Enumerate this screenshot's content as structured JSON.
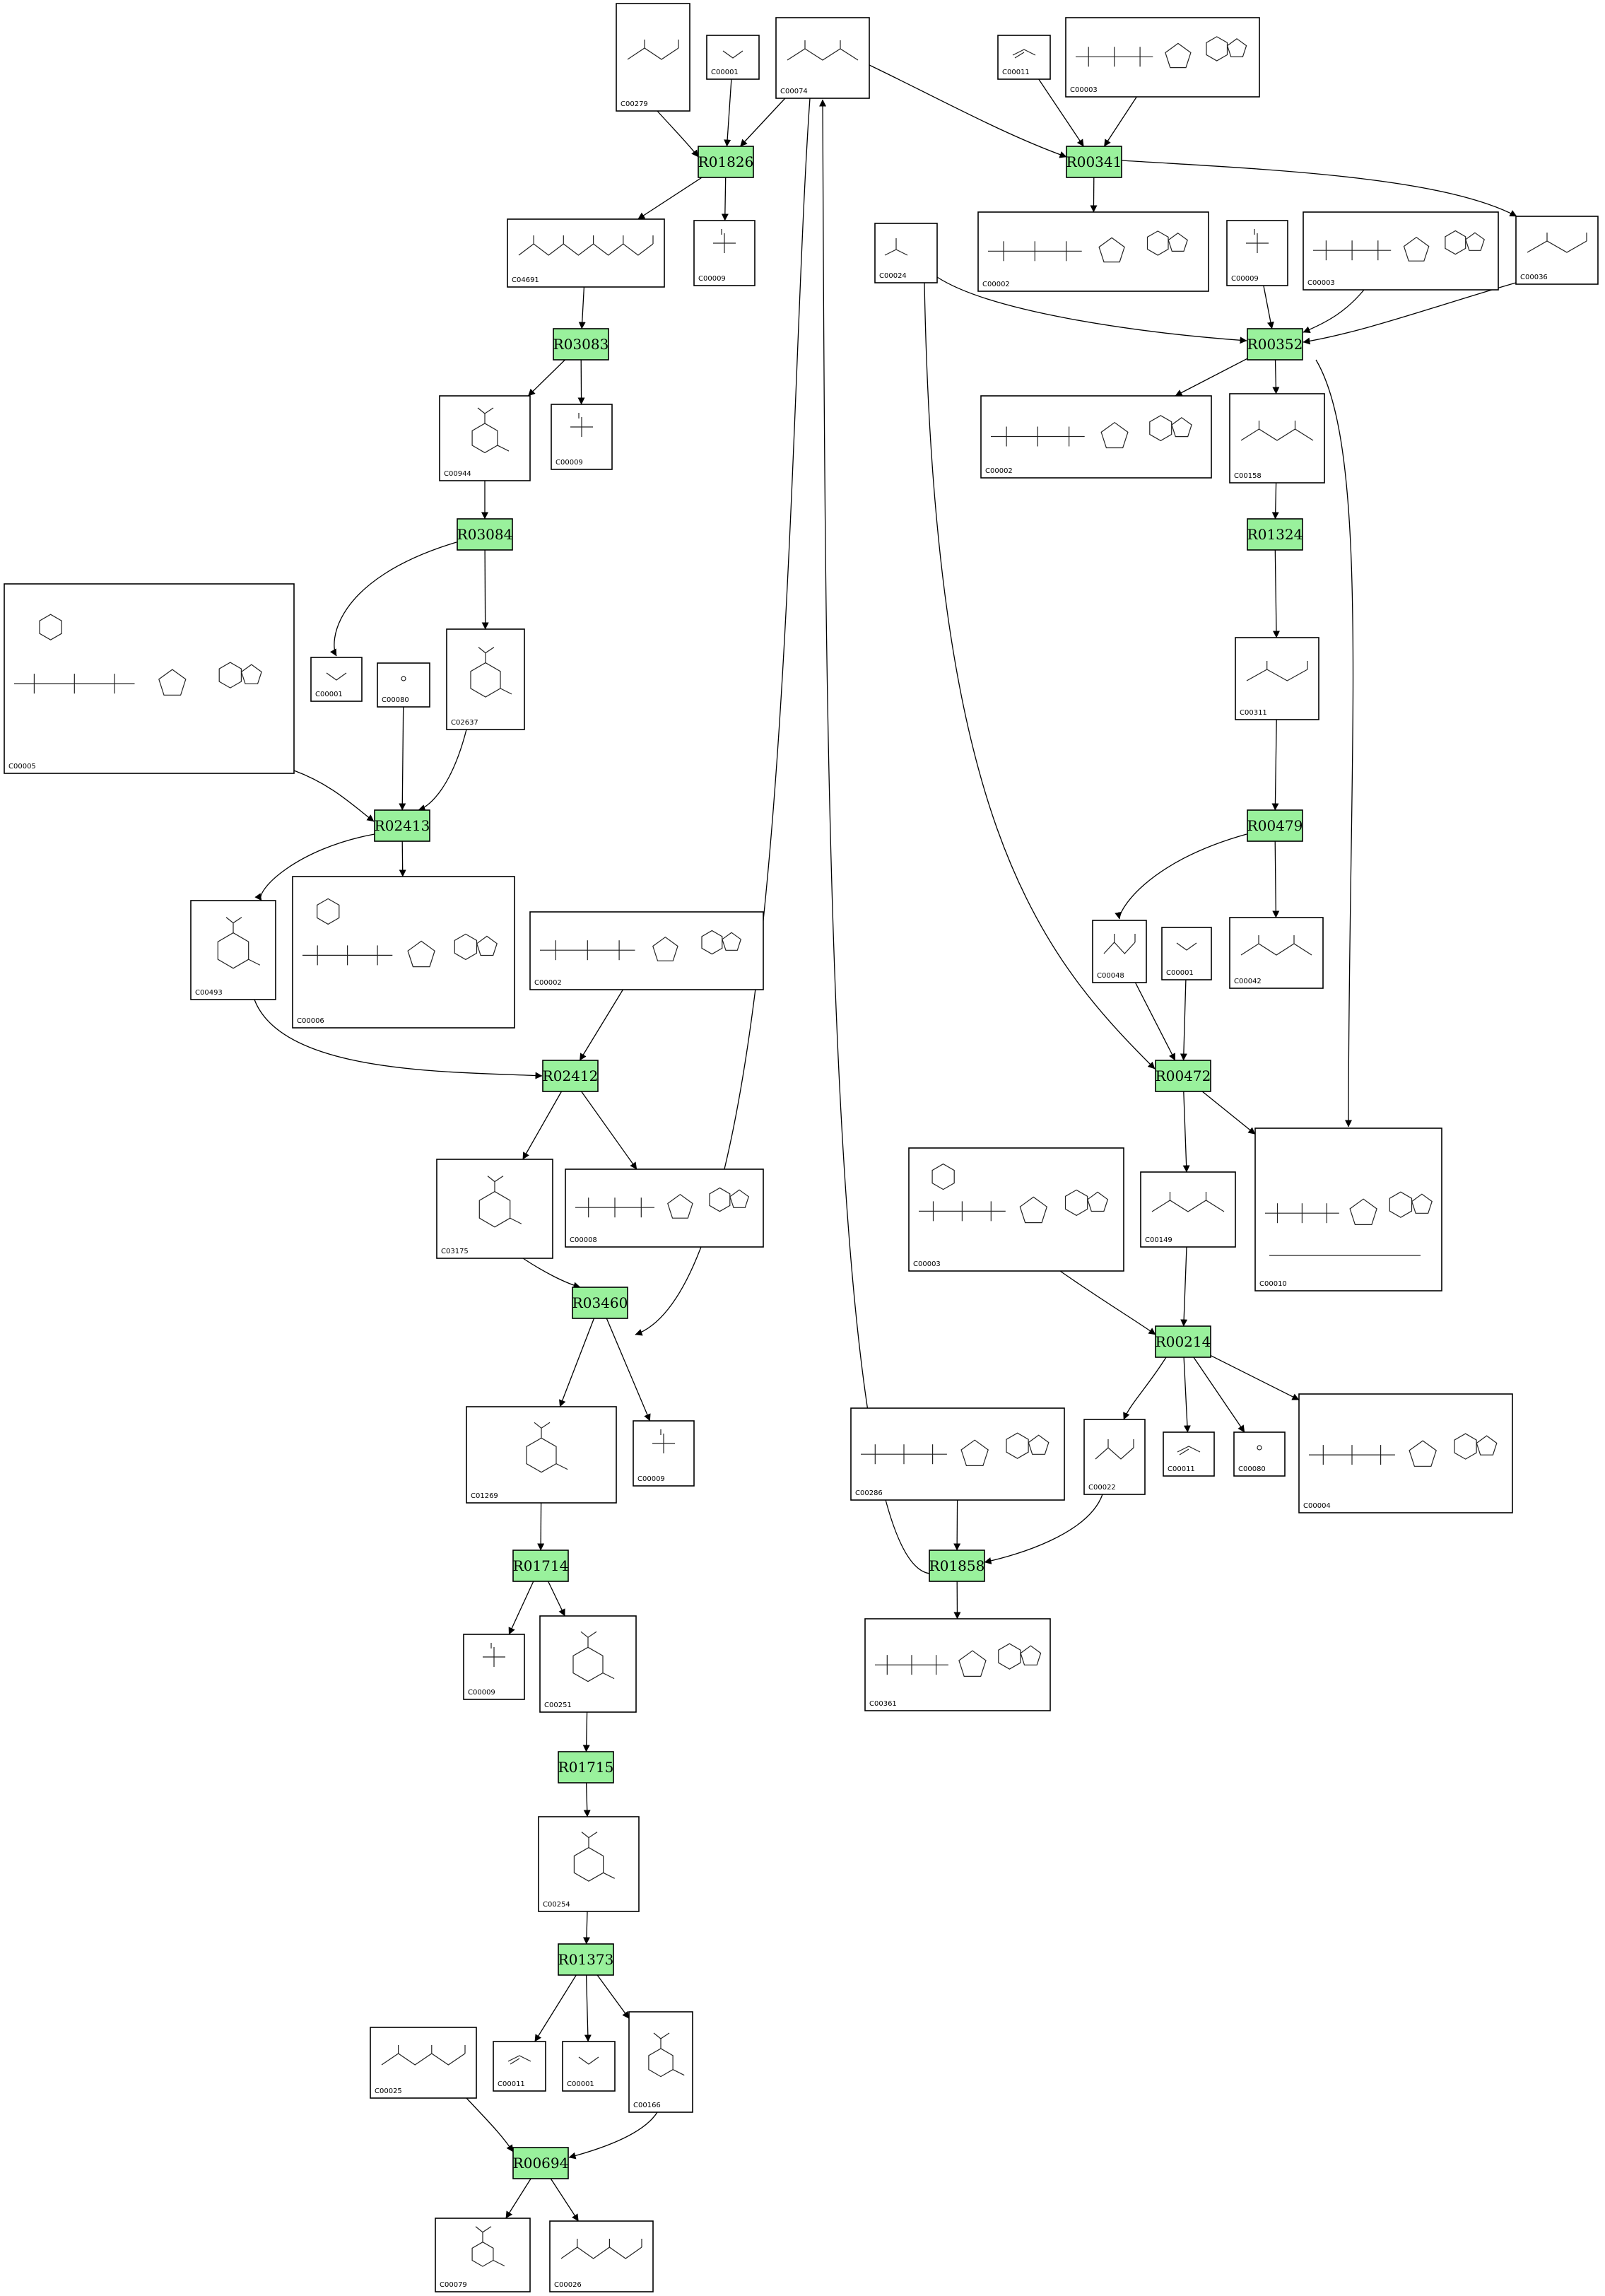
{
  "colors": {
    "reaction_fill": "#99f19c",
    "edge": "#000000",
    "box_border": "#000000",
    "background": "#ffffff"
  },
  "compounds": [
    {
      "id": "C00279",
      "label": "C00279",
      "motif": "sugar-phosphate"
    },
    {
      "id": "C00001a",
      "label": "C00001",
      "motif": "water"
    },
    {
      "id": "C00074",
      "label": "C00074",
      "motif": "phosphoenolpyruvate"
    },
    {
      "id": "C04691",
      "label": "C04691",
      "motif": "chain-phosphate"
    },
    {
      "id": "C00009a",
      "label": "C00009",
      "motif": "phosphate"
    },
    {
      "id": "C00944",
      "label": "C00944",
      "motif": "ring-acid"
    },
    {
      "id": "C00009b",
      "label": "C00009",
      "motif": "phosphate"
    },
    {
      "id": "C00005",
      "label": "C00005",
      "motif": "nucleotide-large"
    },
    {
      "id": "C00001b",
      "label": "C00001",
      "motif": "water"
    },
    {
      "id": "C00080a",
      "label": "C00080",
      "motif": "proton"
    },
    {
      "id": "C02637",
      "label": "C02637",
      "motif": "ring-acid"
    },
    {
      "id": "C00493",
      "label": "C00493",
      "motif": "ring-acid"
    },
    {
      "id": "C00006",
      "label": "C00006",
      "motif": "nucleotide-large"
    },
    {
      "id": "C00002a",
      "label": "C00002",
      "motif": "nucleotide"
    },
    {
      "id": "C03175",
      "label": "C03175",
      "motif": "ring-acid"
    },
    {
      "id": "C00008a",
      "label": "C00008",
      "motif": "nucleotide"
    },
    {
      "id": "C01269",
      "label": "C01269",
      "motif": "ring-acid"
    },
    {
      "id": "C00009c",
      "label": "C00009",
      "motif": "phosphate"
    },
    {
      "id": "C00009d",
      "label": "C00009",
      "motif": "phosphate"
    },
    {
      "id": "C00251",
      "label": "C00251",
      "motif": "ring-acid"
    },
    {
      "id": "C00254",
      "label": "C00254",
      "motif": "ring-acid"
    },
    {
      "id": "C00025",
      "label": "C00025",
      "motif": "chain"
    },
    {
      "id": "C00011a",
      "label": "C00011",
      "motif": "co2"
    },
    {
      "id": "C00001c",
      "label": "C00001",
      "motif": "water"
    },
    {
      "id": "C00166",
      "label": "C00166",
      "motif": "ring-acid"
    },
    {
      "id": "C00079",
      "label": "C00079",
      "motif": "ring-acid"
    },
    {
      "id": "C00026",
      "label": "C00026",
      "motif": "chain"
    },
    {
      "id": "C00011b",
      "label": "C00011",
      "motif": "co2"
    },
    {
      "id": "C00003a",
      "label": "C00003",
      "motif": "nucleotide"
    },
    {
      "id": "C00002b",
      "label": "C00002",
      "motif": "nucleotide"
    },
    {
      "id": "C00024",
      "label": "C00024",
      "motif": "acetyl-coa"
    },
    {
      "id": "C00009e",
      "label": "C00009",
      "motif": "phosphate"
    },
    {
      "id": "C00003b",
      "label": "C00003",
      "motif": "nucleotide"
    },
    {
      "id": "C00036",
      "label": "C00036",
      "motif": "chain"
    },
    {
      "id": "C00002c",
      "label": "C00002",
      "motif": "nucleotide"
    },
    {
      "id": "C00158",
      "label": "C00158",
      "motif": "chain"
    },
    {
      "id": "C00311",
      "label": "C00311",
      "motif": "chain"
    },
    {
      "id": "C00048",
      "label": "C00048",
      "motif": "chain"
    },
    {
      "id": "C00001d",
      "label": "C00001",
      "motif": "water"
    },
    {
      "id": "C00042",
      "label": "C00042",
      "motif": "chain"
    },
    {
      "id": "C00003c",
      "label": "C00003",
      "motif": "nucleotide-large"
    },
    {
      "id": "C00149",
      "label": "C00149",
      "motif": "chain"
    },
    {
      "id": "C00010",
      "label": "C00010",
      "motif": "coa"
    },
    {
      "id": "C00286",
      "label": "C00286",
      "motif": "nucleotide"
    },
    {
      "id": "C00022",
      "label": "C00022",
      "motif": "chain"
    },
    {
      "id": "C00011c",
      "label": "C00011",
      "motif": "co2"
    },
    {
      "id": "C00080b",
      "label": "C00080",
      "motif": "proton"
    },
    {
      "id": "C00004",
      "label": "C00004",
      "motif": "nucleotide"
    },
    {
      "id": "C00361",
      "label": "C00361",
      "motif": "nucleotide"
    }
  ],
  "reactions": [
    {
      "id": "R01826",
      "label": "R01826"
    },
    {
      "id": "R03083",
      "label": "R03083"
    },
    {
      "id": "R03084",
      "label": "R03084"
    },
    {
      "id": "R02413",
      "label": "R02413"
    },
    {
      "id": "R02412",
      "label": "R02412"
    },
    {
      "id": "R03460",
      "label": "R03460"
    },
    {
      "id": "R01714",
      "label": "R01714"
    },
    {
      "id": "R01715",
      "label": "R01715"
    },
    {
      "id": "R01373",
      "label": "R01373"
    },
    {
      "id": "R00694",
      "label": "R00694"
    },
    {
      "id": "R00341",
      "label": "R00341"
    },
    {
      "id": "R00352",
      "label": "R00352"
    },
    {
      "id": "R01324",
      "label": "R01324"
    },
    {
      "id": "R00479",
      "label": "R00479"
    },
    {
      "id": "R00472",
      "label": "R00472"
    },
    {
      "id": "R00214",
      "label": "R00214"
    },
    {
      "id": "R01858",
      "label": "R01858"
    }
  ],
  "edges": [
    {
      "from": "C00279",
      "to": "R01826"
    },
    {
      "from": "C00001a",
      "to": "R01826"
    },
    {
      "from": "C00074",
      "to": "R01826"
    },
    {
      "from": "R01826",
      "to": "C04691"
    },
    {
      "from": "R01826",
      "to": "C00009a"
    },
    {
      "from": "C04691",
      "to": "R03083"
    },
    {
      "from": "R03083",
      "to": "C00944"
    },
    {
      "from": "R03083",
      "to": "C00009b"
    },
    {
      "from": "C00944",
      "to": "R03084"
    },
    {
      "from": "R03084",
      "to": "C00001b"
    },
    {
      "from": "R03084",
      "to": "C02637"
    },
    {
      "from": "C00005",
      "to": "R02413"
    },
    {
      "from": "C00080a",
      "to": "R02413"
    },
    {
      "from": "C02637",
      "to": "R02413"
    },
    {
      "from": "R02413",
      "to": "C00493"
    },
    {
      "from": "R02413",
      "to": "C00006"
    },
    {
      "from": "C00493",
      "to": "R02412"
    },
    {
      "from": "C00002a",
      "to": "R02412"
    },
    {
      "from": "R02412",
      "to": "C03175"
    },
    {
      "from": "R02412",
      "to": "C00008a"
    },
    {
      "from": "C03175",
      "to": "R03460"
    },
    {
      "from": "C00074",
      "to": "R03460"
    },
    {
      "from": "R03460",
      "to": "C01269"
    },
    {
      "from": "R03460",
      "to": "C00009c"
    },
    {
      "from": "C01269",
      "to": "R01714"
    },
    {
      "from": "R01714",
      "to": "C00009d"
    },
    {
      "from": "R01714",
      "to": "C00251"
    },
    {
      "from": "C00251",
      "to": "R01715"
    },
    {
      "from": "R01715",
      "to": "C00254"
    },
    {
      "from": "C00254",
      "to": "R01373"
    },
    {
      "from": "R01373",
      "to": "C00011a"
    },
    {
      "from": "R01373",
      "to": "C00001c"
    },
    {
      "from": "R01373",
      "to": "C00166"
    },
    {
      "from": "C00025",
      "to": "R00694"
    },
    {
      "from": "C00166",
      "to": "R00694"
    },
    {
      "from": "R00694",
      "to": "C00079"
    },
    {
      "from": "R00694",
      "to": "C00026"
    },
    {
      "from": "C00074",
      "to": "R00341"
    },
    {
      "from": "C00011b",
      "to": "R00341"
    },
    {
      "from": "C00003a",
      "to": "R00341"
    },
    {
      "from": "R00341",
      "to": "C00002b"
    },
    {
      "from": "R00341",
      "to": "C00036"
    },
    {
      "from": "C00024",
      "to": "R00352"
    },
    {
      "from": "C00009e",
      "to": "R00352"
    },
    {
      "from": "C00003b",
      "to": "R00352"
    },
    {
      "from": "C00036",
      "to": "R00352"
    },
    {
      "from": "R00352",
      "to": "C00002c"
    },
    {
      "from": "R00352",
      "to": "C00158"
    },
    {
      "from": "R00352",
      "to": "C00010"
    },
    {
      "from": "C00158",
      "to": "R01324"
    },
    {
      "from": "R01324",
      "to": "C00311"
    },
    {
      "from": "C00311",
      "to": "R00479"
    },
    {
      "from": "R00479",
      "to": "C00048"
    },
    {
      "from": "R00479",
      "to": "C00042"
    },
    {
      "from": "C00024",
      "to": "R00472"
    },
    {
      "from": "C00048",
      "to": "R00472"
    },
    {
      "from": "C00001d",
      "to": "R00472"
    },
    {
      "from": "R00472",
      "to": "C00149"
    },
    {
      "from": "R00472",
      "to": "C00010"
    },
    {
      "from": "C00003c",
      "to": "R00214"
    },
    {
      "from": "C00149",
      "to": "R00214"
    },
    {
      "from": "R00214",
      "to": "C00022"
    },
    {
      "from": "R00214",
      "to": "C00011c"
    },
    {
      "from": "R00214",
      "to": "C00080b"
    },
    {
      "from": "R00214",
      "to": "C00004"
    },
    {
      "from": "C00286",
      "to": "R01858"
    },
    {
      "from": "C00022",
      "to": "R01858"
    },
    {
      "from": "R01858",
      "to": "C00361"
    },
    {
      "from": "R01858",
      "to": "C00074"
    }
  ]
}
